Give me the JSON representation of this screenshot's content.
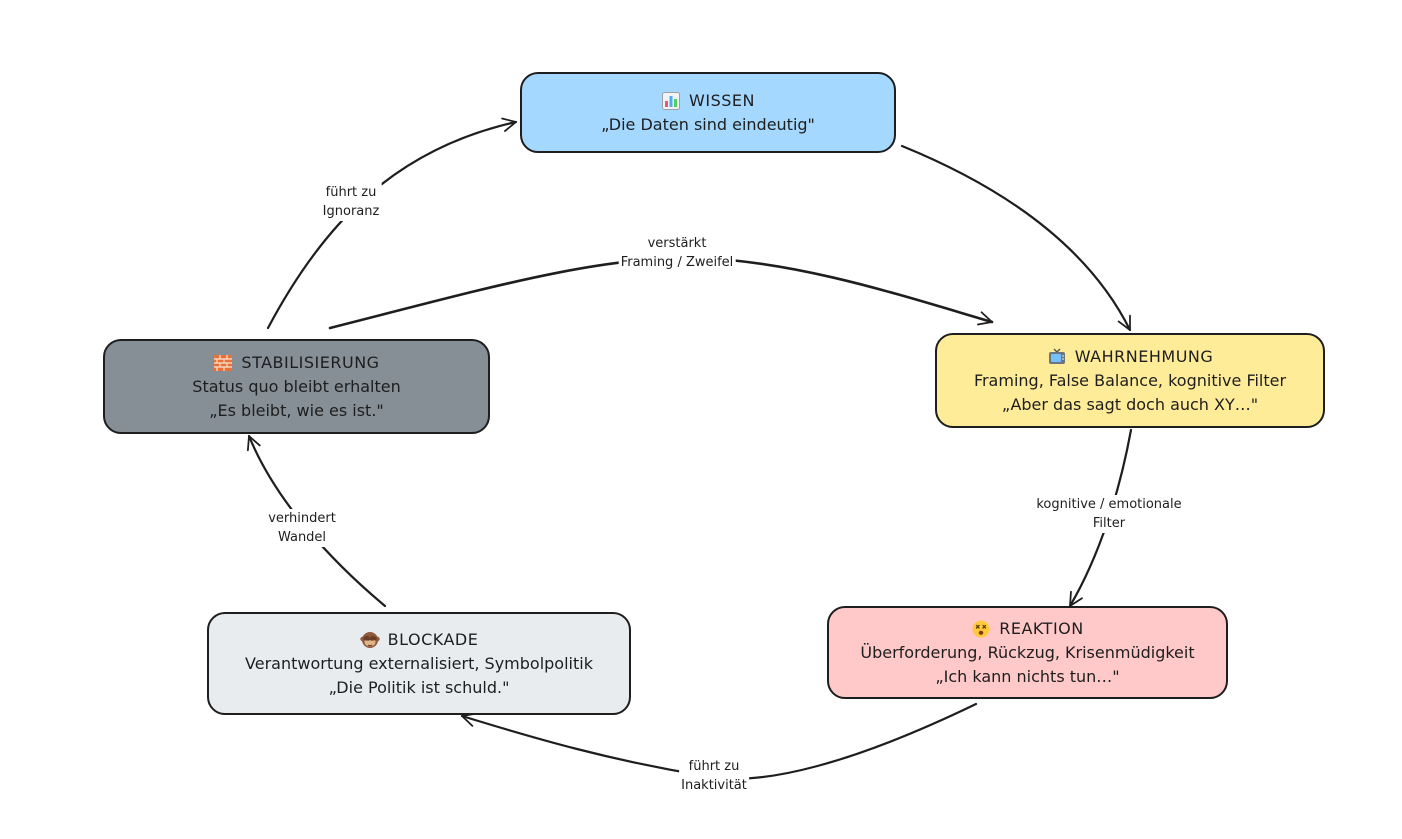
{
  "nodes": {
    "wissen": {
      "title": "WISSEN",
      "lines": [
        "„Die Daten sind eindeutig\""
      ],
      "icon": "bar-chart-icon",
      "color": "#a5d8ff"
    },
    "wahrnehmung": {
      "title": "WAHRNEHMUNG",
      "lines": [
        "Framing, False Balance, kognitive Filter",
        "„Aber das sagt doch auch XY…\""
      ],
      "icon": "television-icon",
      "color": "#ffec99"
    },
    "reaktion": {
      "title": "REAKTION",
      "lines": [
        "Überforderung, Rückzug, Krisenmüdigkeit",
        "„Ich kann nichts tun…\""
      ],
      "icon": "dizzy-face-icon",
      "color": "#ffc9c9"
    },
    "blockade": {
      "title": "BLOCKADE",
      "lines": [
        "Verantwortung externalisiert, Symbolpolitik",
        "„Die Politik ist schuld.\""
      ],
      "icon": "see-no-evil-monkey-icon",
      "color": "#e9ecef"
    },
    "stabilisierung": {
      "title": "STABILISIERUNG",
      "lines": [
        "Status quo bleibt erhalten",
        "„Es bleibt, wie es ist.\""
      ],
      "icon": "brick-wall-icon",
      "color": "#868e96"
    }
  },
  "edges": {
    "wissen_to_wahrnehmung": {
      "label": []
    },
    "wahrnehmung_to_reaktion": {
      "label": [
        "kognitive / emotionale",
        "Filter"
      ]
    },
    "reaktion_to_blockade": {
      "label": [
        "führt zu",
        "Inaktivität"
      ]
    },
    "blockade_to_stabilisierung": {
      "label": [
        "verhindert",
        "Wandel"
      ]
    },
    "stabilisierung_to_wissen": {
      "label": [
        "führt zu",
        "Ignoranz"
      ]
    },
    "stabilisierung_to_wahrnehmung": {
      "label": [
        "verstärkt",
        "Framing / Zweifel"
      ]
    }
  }
}
